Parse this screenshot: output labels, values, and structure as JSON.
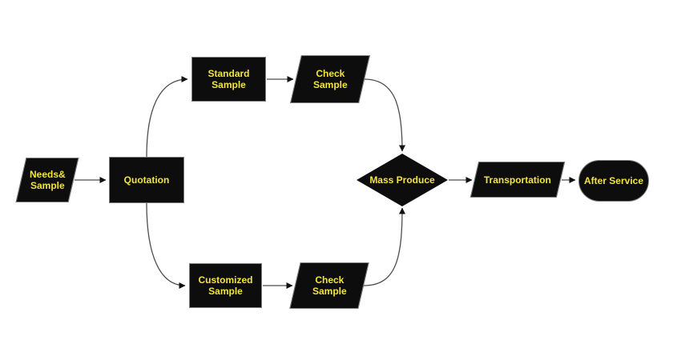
{
  "diagram": {
    "type": "flowchart",
    "nodes": {
      "needs_sample": {
        "label": "Needs&\nSample",
        "shape": "parallelogram"
      },
      "quotation": {
        "label": "Quotation",
        "shape": "rectangle"
      },
      "standard_sample": {
        "label": "Standard\nSample",
        "shape": "rectangle"
      },
      "check_sample_top": {
        "label": "Check\nSample",
        "shape": "parallelogram"
      },
      "customized_sample": {
        "label": "Customized\nSample",
        "shape": "rectangle"
      },
      "check_sample_bottom": {
        "label": "Check\nSample",
        "shape": "parallelogram"
      },
      "mass_produce": {
        "label": "Mass Produce",
        "shape": "diamond"
      },
      "transportation": {
        "label": "Transportation",
        "shape": "parallelogram"
      },
      "after_service": {
        "label": "After Service",
        "shape": "stadium"
      }
    },
    "edges": [
      {
        "from": "needs_sample",
        "to": "quotation"
      },
      {
        "from": "quotation",
        "to": "standard_sample"
      },
      {
        "from": "quotation",
        "to": "customized_sample"
      },
      {
        "from": "standard_sample",
        "to": "check_sample_top"
      },
      {
        "from": "customized_sample",
        "to": "check_sample_bottom"
      },
      {
        "from": "check_sample_top",
        "to": "mass_produce"
      },
      {
        "from": "check_sample_bottom",
        "to": "mass_produce"
      },
      {
        "from": "mass_produce",
        "to": "transportation"
      },
      {
        "from": "transportation",
        "to": "after_service"
      }
    ],
    "colors": {
      "node_fill": "#0d0d0d",
      "node_border": "#7d7d7d",
      "label": "#f2e43e",
      "connector": "#4d4d4d",
      "arrowhead": "#111111",
      "background": "#ffffff"
    }
  }
}
